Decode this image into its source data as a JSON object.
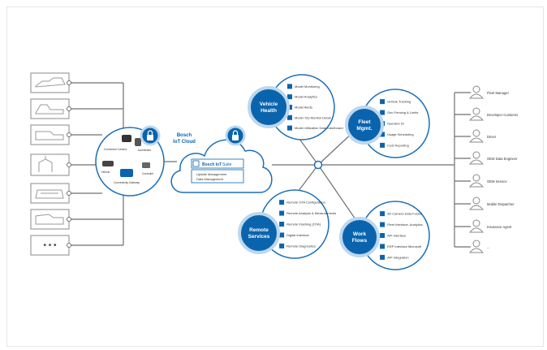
{
  "colors": {
    "primary": "#0a64ad",
    "line": "#6f6f6f",
    "bubble_border": "#1b6fb8",
    "pale_ring": "#bcd7ee",
    "icon_outline": "#8a8a8a"
  },
  "left_units": {
    "last_label": "• • •"
  },
  "gateway": {
    "labels": [
      "Connected Camera",
      "Accelerator",
      "Vehicle",
      "Controller",
      "Connectivity Gateway"
    ]
  },
  "cloud": {
    "label_line1": "Bosch",
    "label_line2": "IoT Cloud",
    "suite_bold": "Bosch IoT",
    "suite_light": "Suite",
    "features": [
      "Update Management",
      "Data Management"
    ]
  },
  "hubs": [
    {
      "id": "vehicle-health",
      "title_lines": [
        "Vehicle",
        "Health"
      ],
      "items": [
        "Model Monitoring",
        "Model Analytics",
        "Model Alerts",
        "Model Trip Monitor Detail",
        "Model Utilization Data Dashboard"
      ]
    },
    {
      "id": "fleet-mgmt",
      "title_lines": [
        "Fleet",
        "Mgmt."
      ],
      "items": [
        "Vehicle Tracking",
        "Geo Fencing & Limits",
        "Operator ID",
        "Usage Scheduling",
        "Cost Reporting"
      ]
    },
    {
      "id": "remote-services",
      "title_lines": [
        "Remote",
        "Services"
      ],
      "items": [
        "Remote OTA Configuration",
        "Remote Analysis & Measurements",
        "Remote Flashing (OTA)",
        "Digital Interface",
        "Remote Diagnostics"
      ]
    },
    {
      "id": "work-flows",
      "title_lines": [
        "Work",
        "Flows"
      ],
      "items": [
        "3D Camera Data Fusion",
        "Fleet Interface, Analytics",
        "API Interface",
        "ERP Interface Microsoft",
        "API Integration"
      ]
    }
  ],
  "roles": [
    "Fleet Manager",
    "Developer Customer",
    "Driver",
    "OEM Data Engineer",
    "OEM Service",
    "Mobile Dispatcher",
    "Insurance Agent",
    "..."
  ]
}
